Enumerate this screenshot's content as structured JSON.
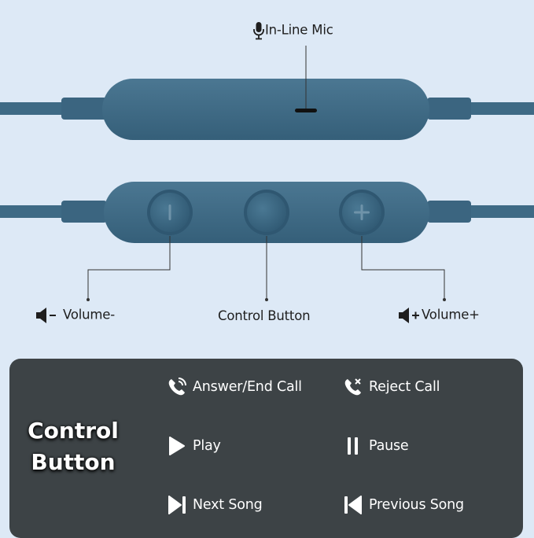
{
  "labels": {
    "mic": "In-Line Mic",
    "volume_down": "Volume-",
    "control_button": "Control Button",
    "volume_up": "Volume+"
  },
  "buttons": {
    "minus_symbol": "—",
    "plus_symbol": "+"
  },
  "panel": {
    "title_line1": "Control",
    "title_line2": "Button",
    "functions": [
      {
        "label": "Answer/End Call",
        "icon": "phone-answer-icon"
      },
      {
        "label": "Reject Call",
        "icon": "phone-reject-icon"
      },
      {
        "label": "Play",
        "icon": "play-icon"
      },
      {
        "label": "Pause",
        "icon": "pause-icon"
      },
      {
        "label": "Next Song",
        "icon": "next-track-icon"
      },
      {
        "label": "Previous Song",
        "icon": "previous-track-icon"
      }
    ]
  },
  "colors": {
    "background": "#dde9f6",
    "cable": "#3e6a85",
    "remote_body": "#3f6b86",
    "panel": "#3d4346",
    "panel_text": "#ffffff"
  }
}
